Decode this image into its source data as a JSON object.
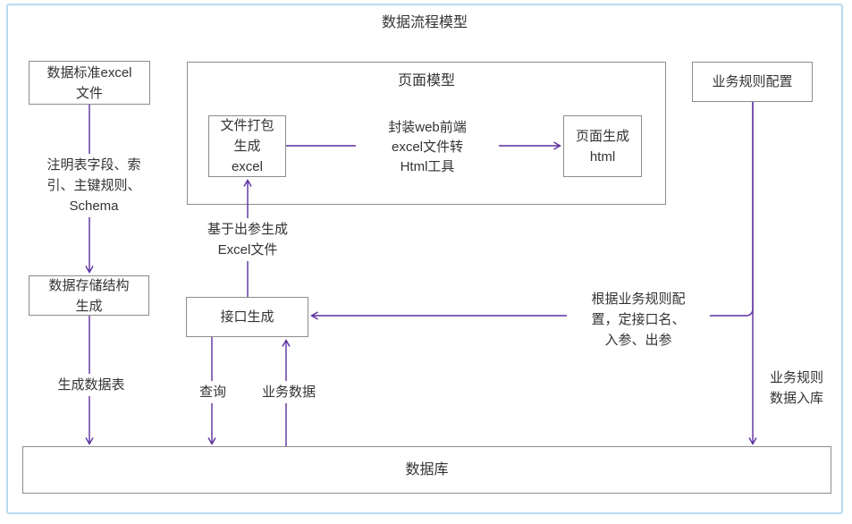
{
  "title": "数据流程模型",
  "colors": {
    "arrow": "#5b2e9e",
    "box_border": "#8c8c8c",
    "frame_border": "#b8daf0",
    "text": "#333333"
  },
  "nodes": {
    "data_standard_excel": {
      "label": "数据标准excel\n文件"
    },
    "page_model": {
      "label": "页面模型"
    },
    "file_package_excel": {
      "label": "文件打包\n生成\nexcel"
    },
    "page_generate_html": {
      "label": "页面生成\nhtml"
    },
    "business_rule_config": {
      "label": "业务规则配置"
    },
    "data_storage_structure": {
      "label": "数据存储结构\n生成"
    },
    "interface_generate": {
      "label": "接口生成"
    },
    "database": {
      "label": "数据库"
    }
  },
  "edge_labels": {
    "annotate_schema": "注明表字段、索\n引、主键规则、\nSchema",
    "generate_data_table": "生成数据表",
    "based_on_output_excel": "基于出参生成\nExcel文件",
    "web_excel_to_html_tool": "封装web前端\nexcel文件转\nHtml工具",
    "query": "查询",
    "business_data": "业务数据",
    "per_business_rules": "根据业务规则配\n置，定接口名、\n入参、出参",
    "business_rule_into_db": "业务规则\n数据入库"
  }
}
